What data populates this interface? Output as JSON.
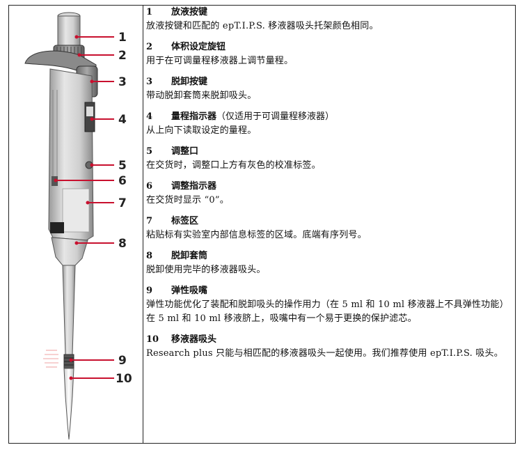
{
  "figure": {
    "callouts": [
      "1",
      "2",
      "3",
      "4",
      "5",
      "6",
      "7",
      "8",
      "9",
      "10"
    ]
  },
  "items": [
    {
      "number": "1",
      "title": "放液按键",
      "note": "",
      "body": "放液按键和匹配的 epT.I.P.S. 移液器吸头托架颜色相同。"
    },
    {
      "number": "2",
      "title": "体积设定旋钮",
      "note": "",
      "body": "用于在可调量程移液器上调节量程。"
    },
    {
      "number": "3",
      "title": "脱卸按键",
      "note": "",
      "body": "带动脱卸套筒来脱卸吸头。"
    },
    {
      "number": "4",
      "title": "量程指示器",
      "note": "（仅适用于可调量程移液器）",
      "body": "从上向下读取设定的量程。"
    },
    {
      "number": "5",
      "title": "调整口",
      "note": "",
      "body": "在交货时，调整口上方有灰色的校准标签。"
    },
    {
      "number": "6",
      "title": "调整指示器",
      "note": "",
      "body": "在交货时显示 “0”。"
    },
    {
      "number": "7",
      "title": "标签区",
      "note": "",
      "body": "粘贴标有实验室内部信息标签的区域。底端有序列号。"
    },
    {
      "number": "8",
      "title": "脱卸套筒",
      "note": "",
      "body": "脱卸使用完毕的移液器吸头。"
    },
    {
      "number": "9",
      "title": "弹性吸嘴",
      "note": "",
      "body": "弹性功能优化了装配和脱卸吸头的操作用力（在 5 ml 和 10 ml 移液器上不具弹性功能）在 5 ml 和 10 ml 移液脐上，吸嘴中有一个易于更换的保护滤芯。"
    },
    {
      "number": "10",
      "title": "移液器吸头",
      "note": "",
      "body": "Research plus 只能与相匹配的移液器吸头一起使用。我们推荐使用 epT.I.P.S. 吸头。"
    }
  ]
}
